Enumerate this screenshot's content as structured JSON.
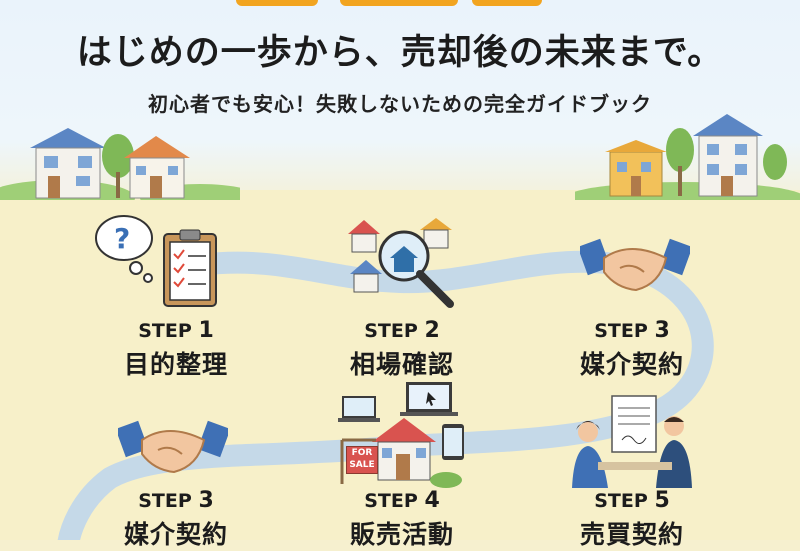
{
  "header": {
    "headline": "はじめの一歩から、売却後の未来まで。",
    "subline": "初心者でも安心！失敗しないための完全ガイドブック"
  },
  "steps": [
    {
      "label": "STEP",
      "num": "1",
      "title": "目的整理",
      "icon": "clipboard-question-icon"
    },
    {
      "label": "STEP",
      "num": "2",
      "title": "相場確認",
      "icon": "house-search-icon"
    },
    {
      "label": "STEP",
      "num": "3",
      "title": "媒介契約",
      "icon": "handshake-icon"
    },
    {
      "label": "STEP",
      "num": "3",
      "title": "媒介契約",
      "icon": "handshake-icon"
    },
    {
      "label": "STEP",
      "num": "4",
      "title": "販売活動",
      "icon": "for-sale-house-icon"
    },
    {
      "label": "STEP",
      "num": "5",
      "title": "売買契約",
      "icon": "contract-signing-icon"
    }
  ],
  "sign": {
    "line1": "FOR",
    "line2": "SALE"
  },
  "colors": {
    "path": "#c5d9e8",
    "roof_blue": "#5b86c4",
    "roof_orange": "#e2894a",
    "tree": "#7fb857"
  }
}
